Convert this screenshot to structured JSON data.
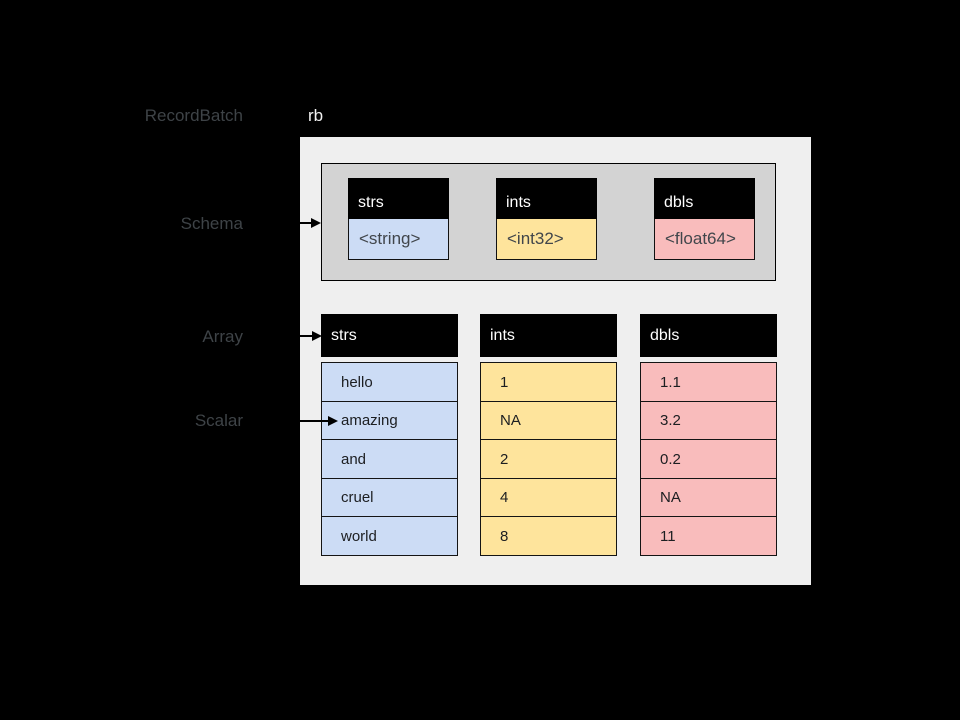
{
  "labels": {
    "recordbatch": "RecordBatch",
    "schema": "Schema",
    "array": "Array",
    "scalar": "Scalar",
    "instance": "rb"
  },
  "schema": {
    "fields": [
      {
        "name": "strs",
        "type": "<string>"
      },
      {
        "name": "ints",
        "type": "<int32>"
      },
      {
        "name": "dbls",
        "type": "<float64>"
      }
    ]
  },
  "arrays": [
    {
      "name": "strs",
      "values": [
        "hello",
        "amazing",
        "and",
        "cruel",
        "world"
      ]
    },
    {
      "name": "ints",
      "values": [
        "1",
        "NA",
        "2",
        "4",
        "8"
      ]
    },
    {
      "name": "dbls",
      "values": [
        "1.1",
        "3.2",
        "0.2",
        "NA",
        "11"
      ]
    }
  ],
  "colors": {
    "background": "#000000",
    "panel": "#efefef",
    "schema_box": "#d3d3d3",
    "header_bg": "#000000",
    "header_text": "#ffffff",
    "string_fill": "#ccdcf5",
    "int_fill": "#fee49c",
    "double_fill": "#f9bcbc",
    "concept_label_text": "#3e4347",
    "cell_text": "#1c1e21"
  }
}
